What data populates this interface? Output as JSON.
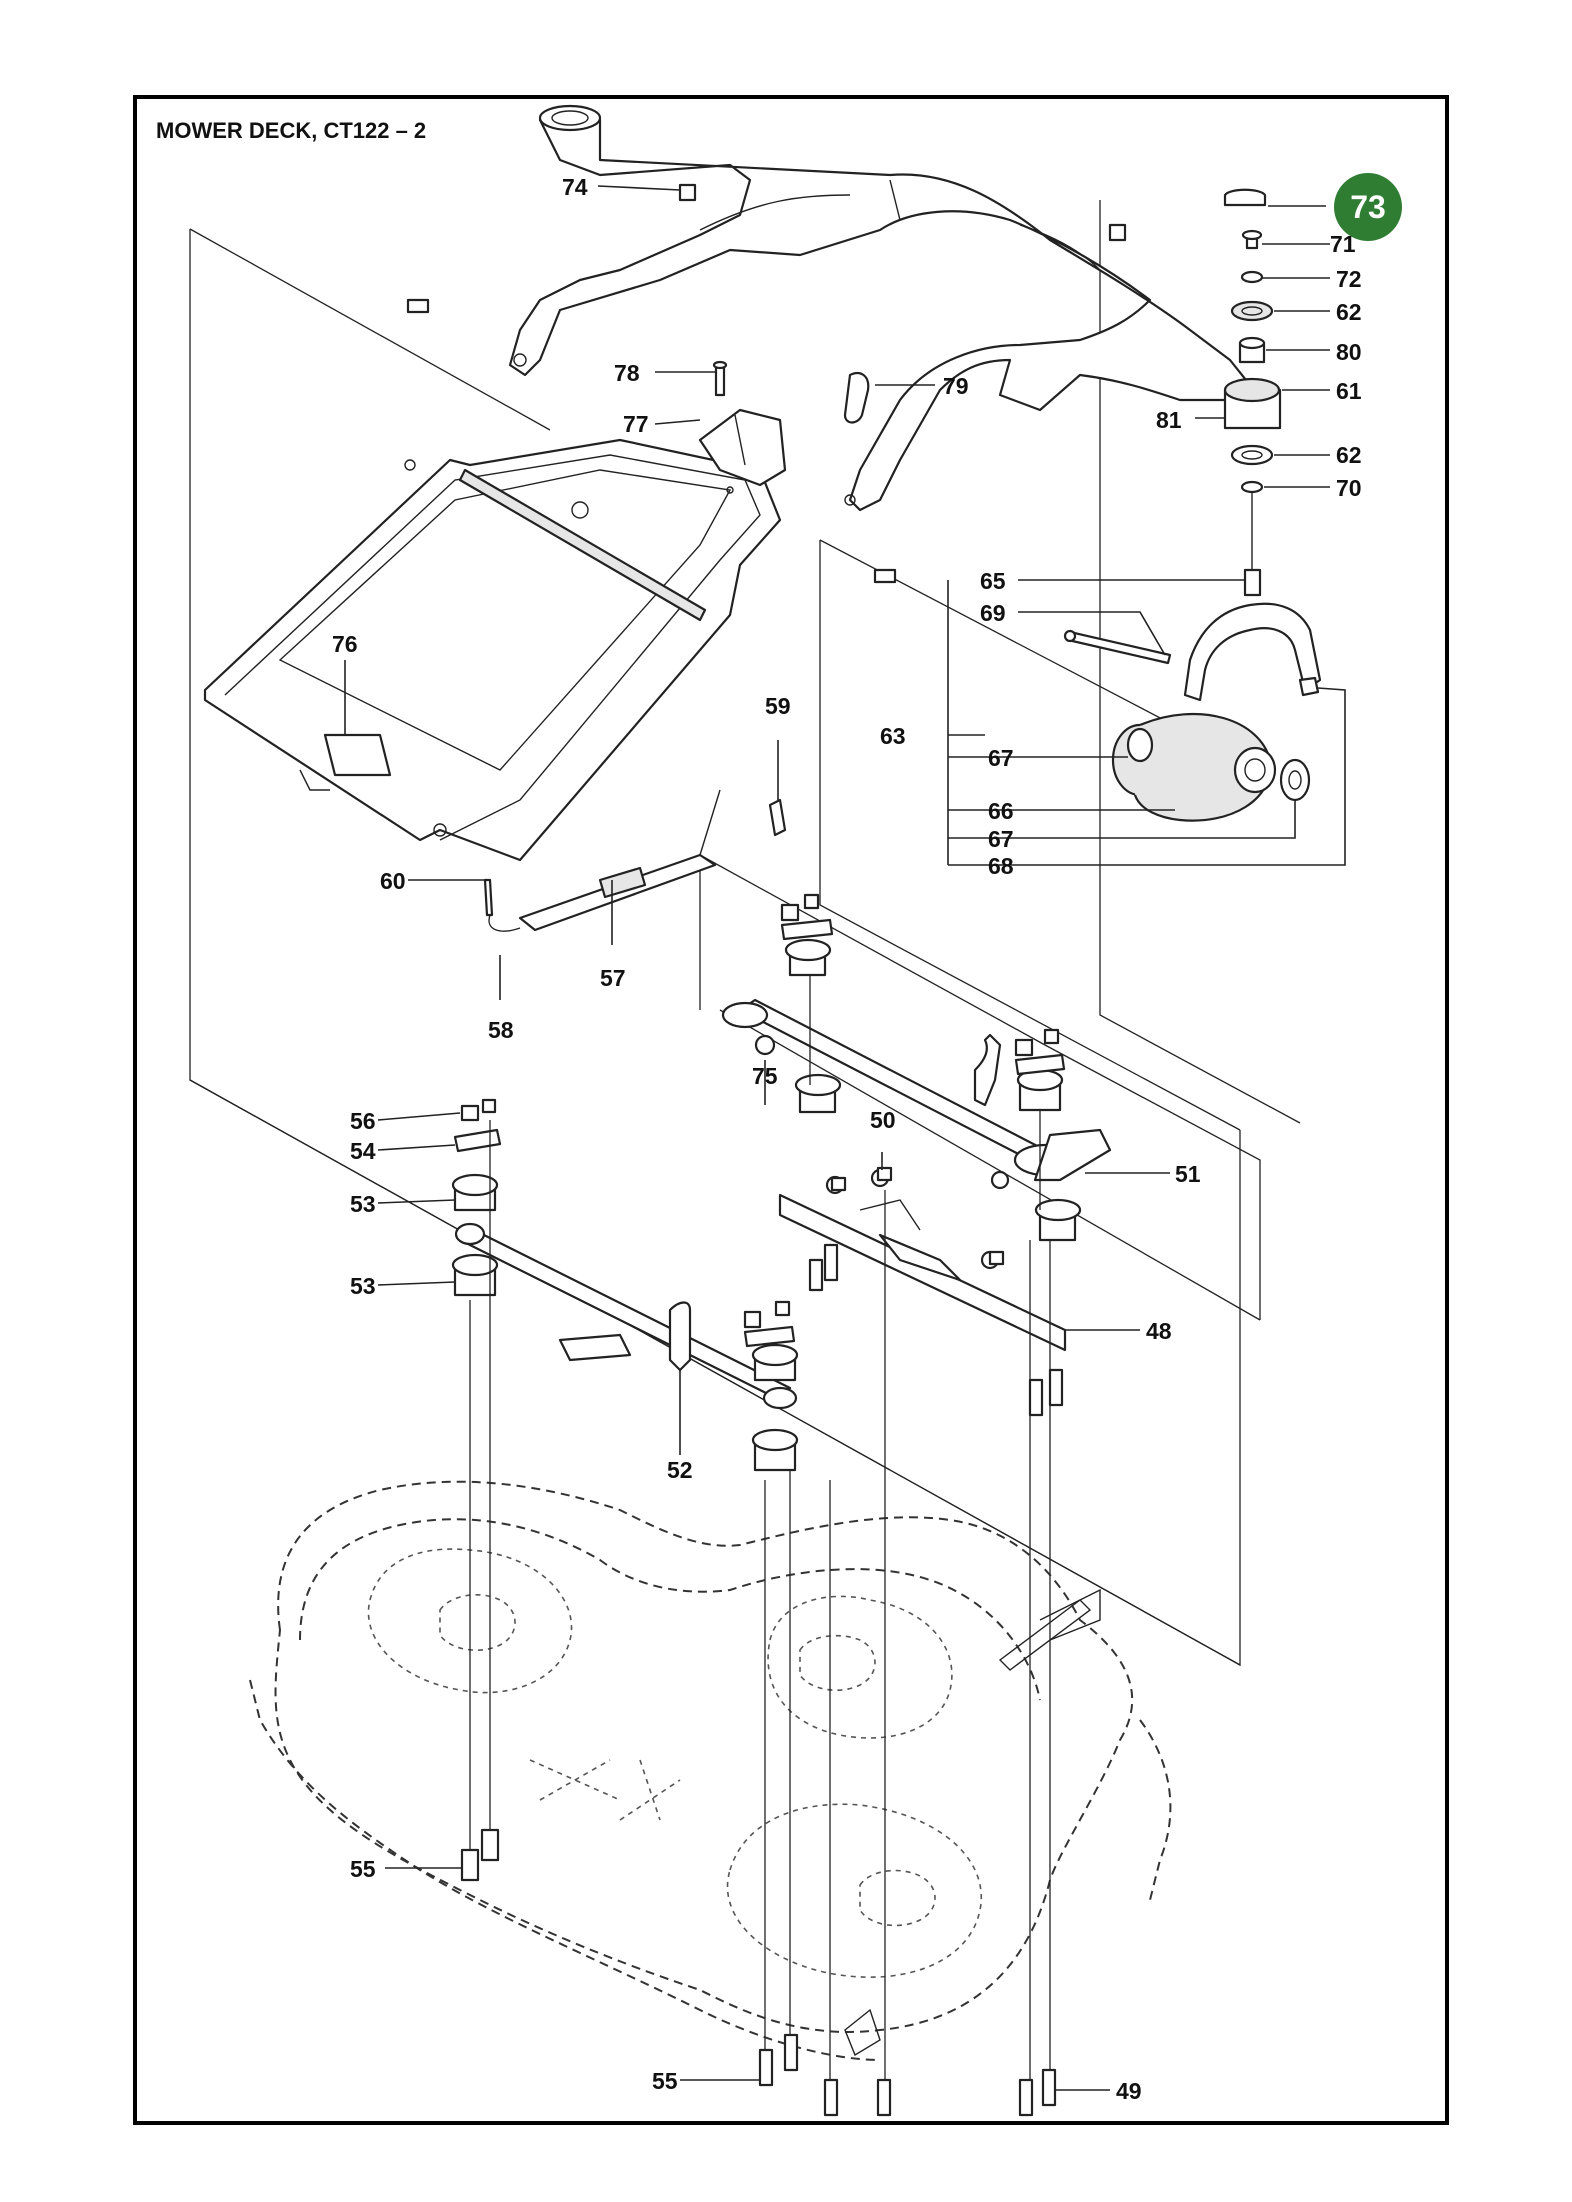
{
  "title": "MOWER DECK, CT122 – 2",
  "page_badge": {
    "number": "73",
    "color": "#2e7d32"
  },
  "labels": {
    "l74": "74",
    "l71": "71",
    "l72": "72",
    "l62a": "62",
    "l80": "80",
    "l61": "61",
    "l81": "81",
    "l62b": "62",
    "l70": "70",
    "l78": "78",
    "l77": "77",
    "l79": "79",
    "l76": "76",
    "l65": "65",
    "l69": "69",
    "l63": "63",
    "l67a": "67",
    "l66": "66",
    "l67b": "67",
    "l68": "68",
    "l59": "59",
    "l60": "60",
    "l57": "57",
    "l58": "58",
    "l56": "56",
    "l54": "54",
    "l75": "75",
    "l50": "50",
    "l51": "51",
    "l53a": "53",
    "l53b": "53",
    "l48": "48",
    "l52": "52",
    "l55a": "55",
    "l55b": "55",
    "l49": "49"
  }
}
